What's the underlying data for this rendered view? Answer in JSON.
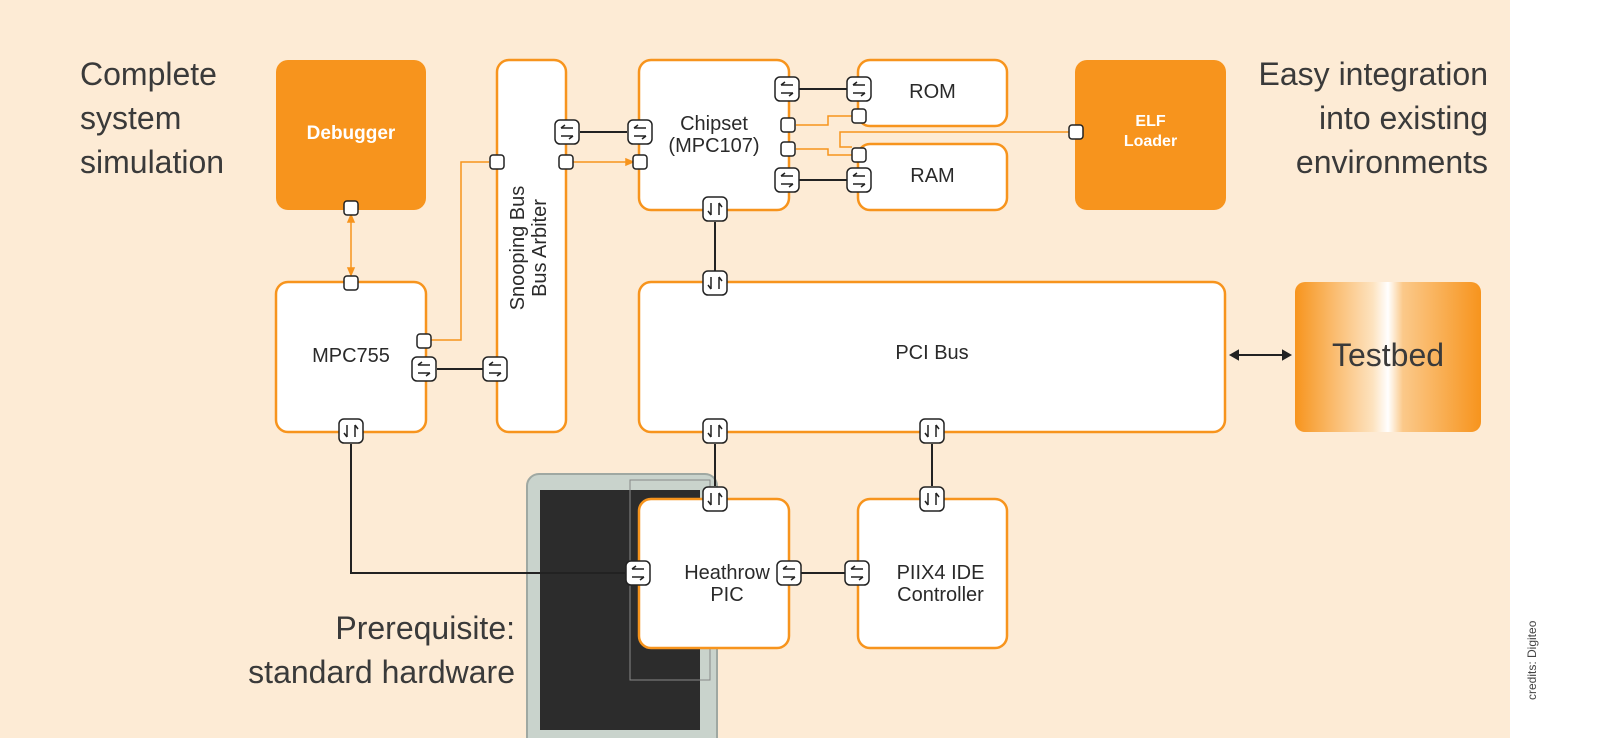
{
  "captions": {
    "left": [
      "Complete",
      "system",
      "simulation"
    ],
    "right": [
      "Easy integration",
      "into existing",
      "environments"
    ],
    "bottom": [
      "Prerequisite:",
      "standard hardware"
    ]
  },
  "credit": "credits: Digiteo",
  "blocks": {
    "debugger": "Debugger",
    "mpc755": "MPC755",
    "snooping": [
      "Snooping Bus",
      "Bus Arbiter"
    ],
    "chipset": [
      "Chipset",
      "(MPC107)"
    ],
    "rom": "ROM",
    "ram": "RAM",
    "elf": [
      "ELF",
      "Loader"
    ],
    "pcibus": "PCI Bus",
    "testbed": "Testbed",
    "heathrow": [
      "Heathrow",
      "PIC"
    ],
    "piix4": [
      "PIIX4 IDE",
      "Controller"
    ]
  },
  "colors": {
    "background": "#fdebd5",
    "orange": "#f7941d",
    "block_fill": "#ffffff",
    "line": "#222222"
  }
}
